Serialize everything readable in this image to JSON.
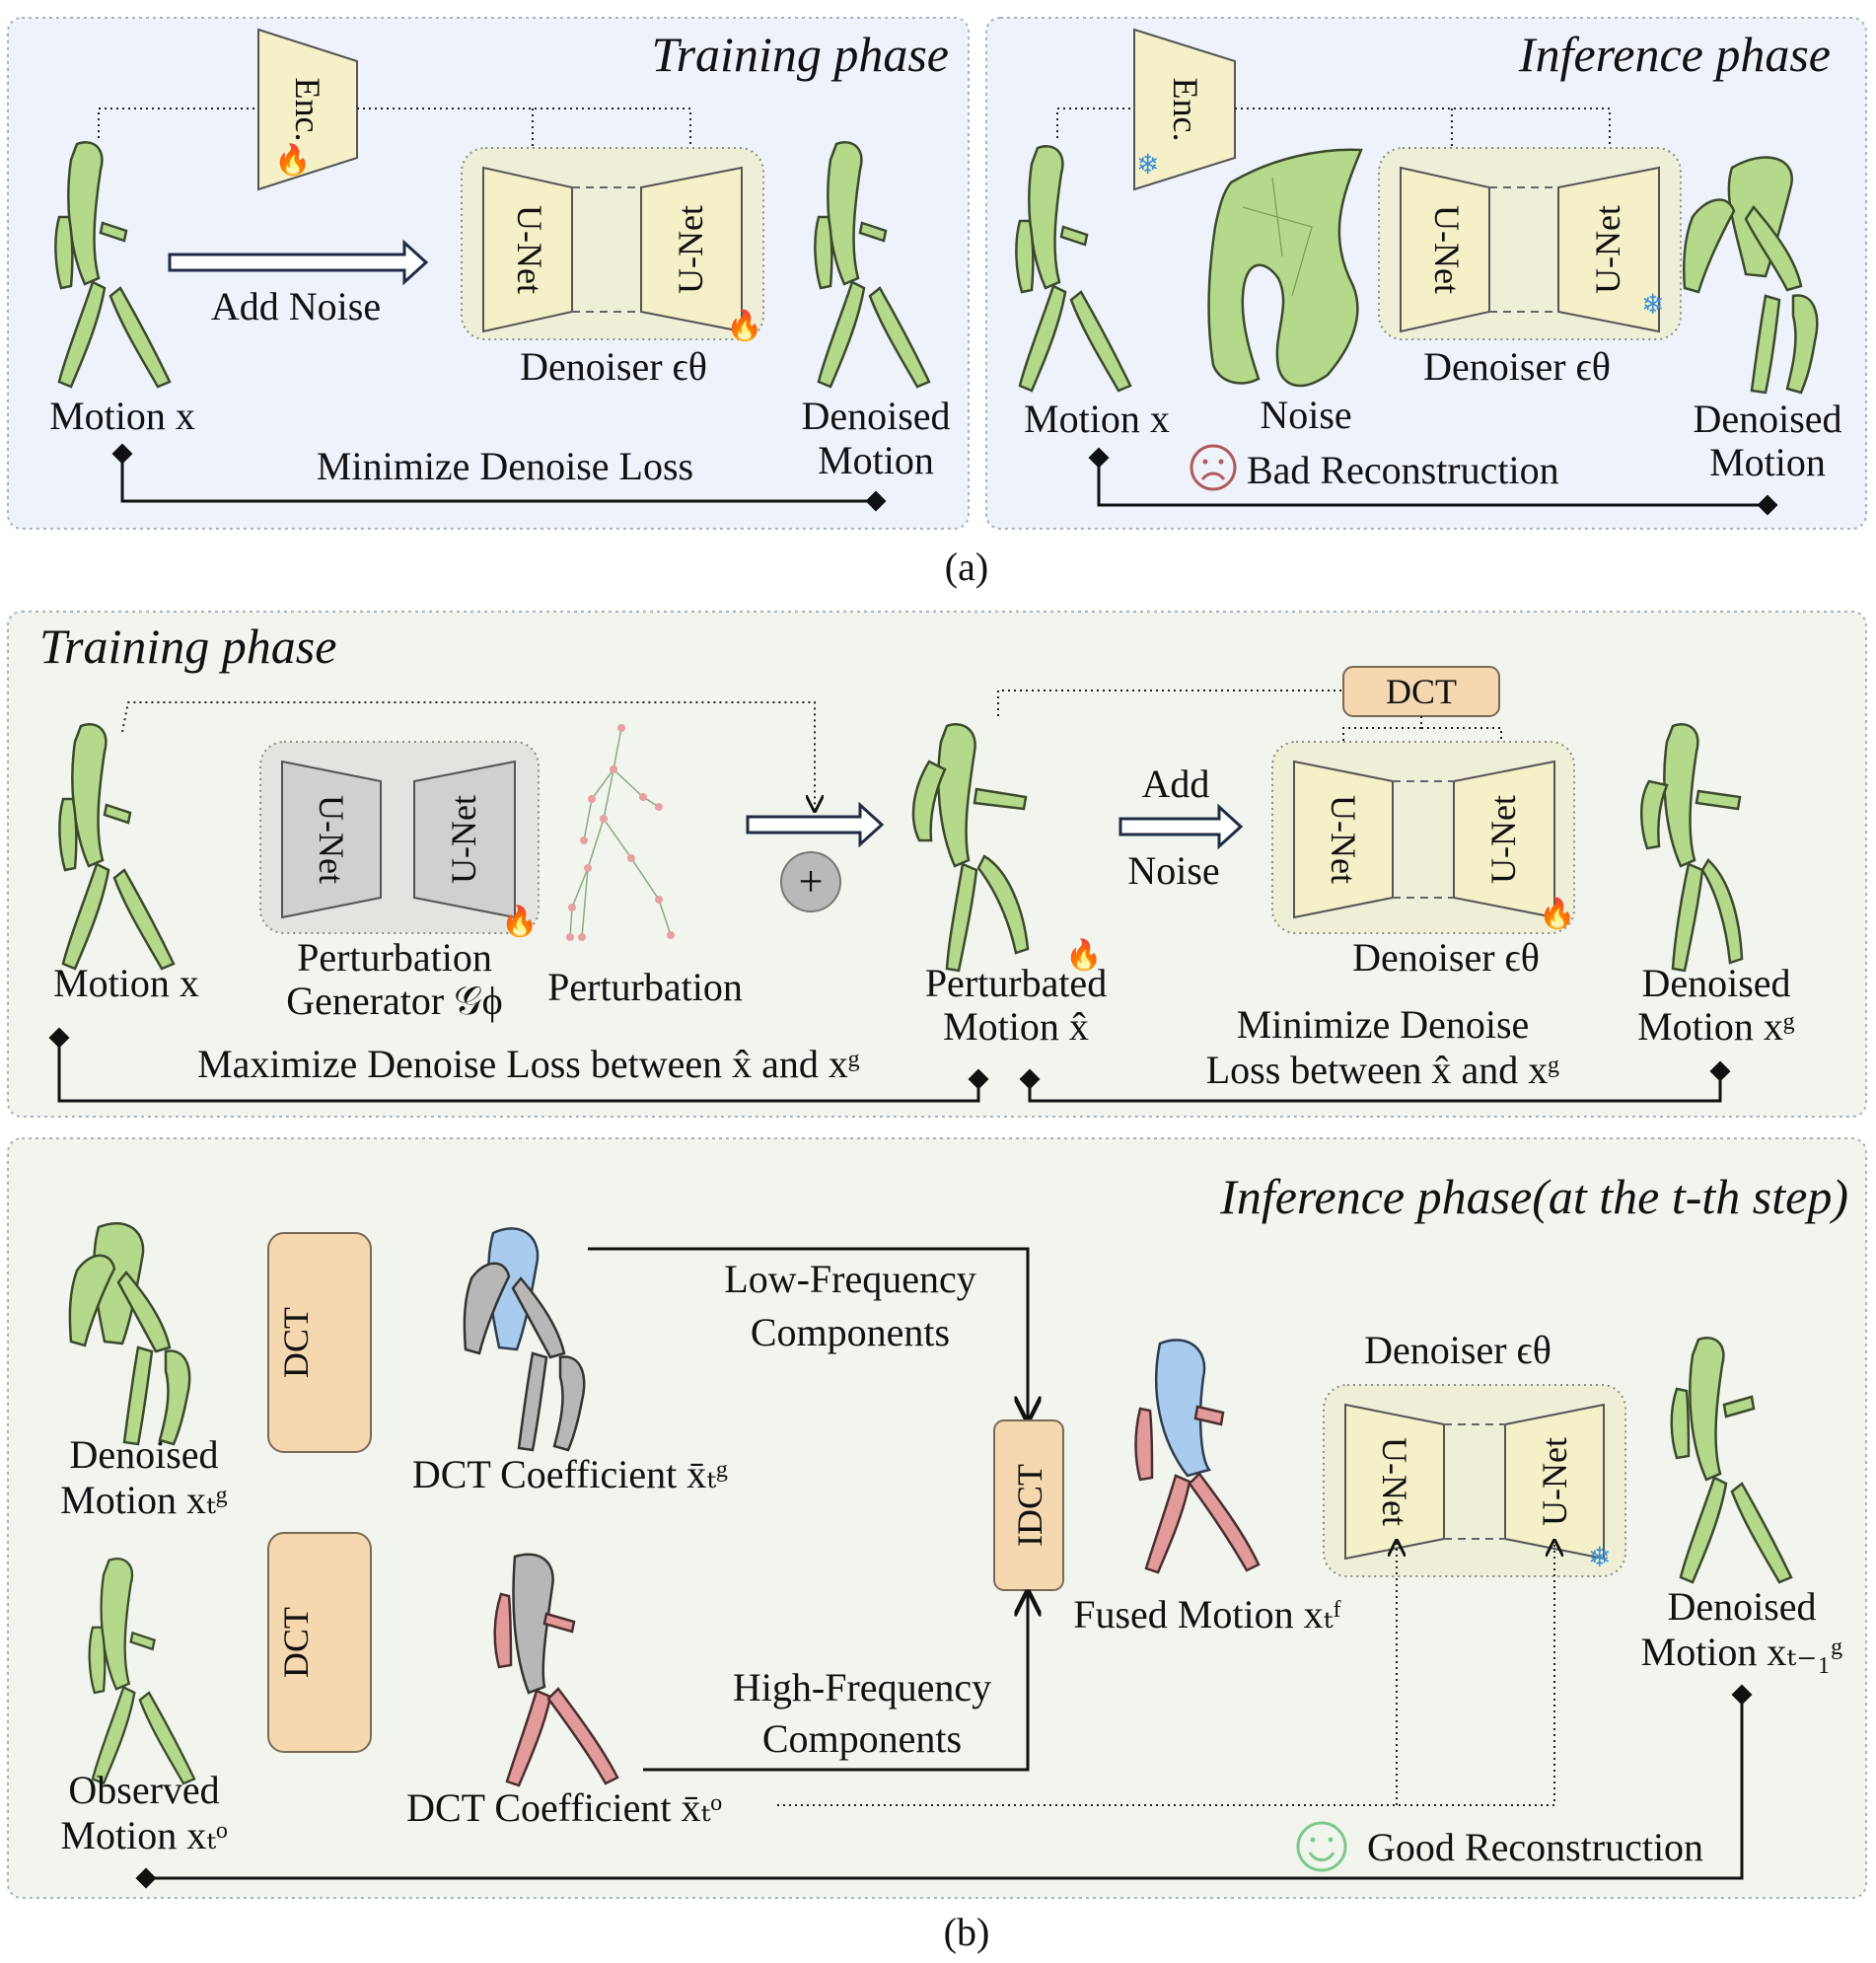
{
  "panel_a": {
    "training": {
      "title": "Training phase",
      "encoder": "Enc.",
      "unet_left": "U-Net",
      "unet_right": "U-Net",
      "add_noise": "Add Noise",
      "motion": "Motion x",
      "denoiser": "Denoiser ϵθ",
      "denoised_line1": "Denoised",
      "denoised_line2": "Motion",
      "loss": "Minimize Denoise Loss"
    },
    "inference": {
      "title": "Inference phase",
      "encoder": "Enc.",
      "unet_left": "U-Net",
      "unet_right": "U-Net",
      "motion": "Motion x",
      "noise": "Noise",
      "denoiser": "Denoiser ϵθ",
      "denoised_line1": "Denoised",
      "denoised_line2": "Motion",
      "result": "Bad Reconstruction"
    },
    "caption": "(a)"
  },
  "panel_b": {
    "training": {
      "title": "Training phase",
      "motion": "Motion x",
      "gen_unet_left": "U-Net",
      "gen_unet_right": "U-Net",
      "generator_line1": "Perturbation",
      "generator_line2": "Generator 𝒢ϕ",
      "perturbation": "Perturbation",
      "plus": "+",
      "perturbed_line1": "Perturbated",
      "perturbed_line2": "Motion x̂",
      "dct": "DCT",
      "add": "Add",
      "noise": "Noise",
      "unet_left": "U-Net",
      "unet_right": "U-Net",
      "denoiser": "Denoiser ϵθ",
      "min_line1": "Minimize Denoise",
      "min_line2": "Loss between x̂ and xᵍ",
      "denoised_line1": "Denoised",
      "denoised_line2": "Motion xᵍ",
      "max_loss": "Maximize Denoise Loss between x̂ and xᵍ"
    },
    "inference": {
      "title": "Inference phase(at the t-th step)",
      "dct1": "DCT",
      "dct2": "DCT",
      "denoised_line1": "Denoised",
      "denoised_line2": "Motion xₜᵍ",
      "observed_line1": "Observed",
      "observed_line2": "Motion xₜᵒ",
      "coef_g": "DCT Coefficient x̄ₜᵍ",
      "coef_o": "DCT Coefficient x̄ₜᵒ",
      "low_line1": "Low-Frequency",
      "low_line2": "Components",
      "high_line1": "High-Frequency",
      "high_line2": "Components",
      "idct": "IDCT",
      "fused": "Fused Motion xₜᶠ",
      "denoiser": "Denoiser ϵθ",
      "unet_left": "U-Net",
      "unet_right": "U-Net",
      "out_line1": "Denoised",
      "out_line2": "Motion xₜ₋₁ᵍ",
      "result": "Good Reconstruction"
    },
    "caption": "(b)"
  }
}
